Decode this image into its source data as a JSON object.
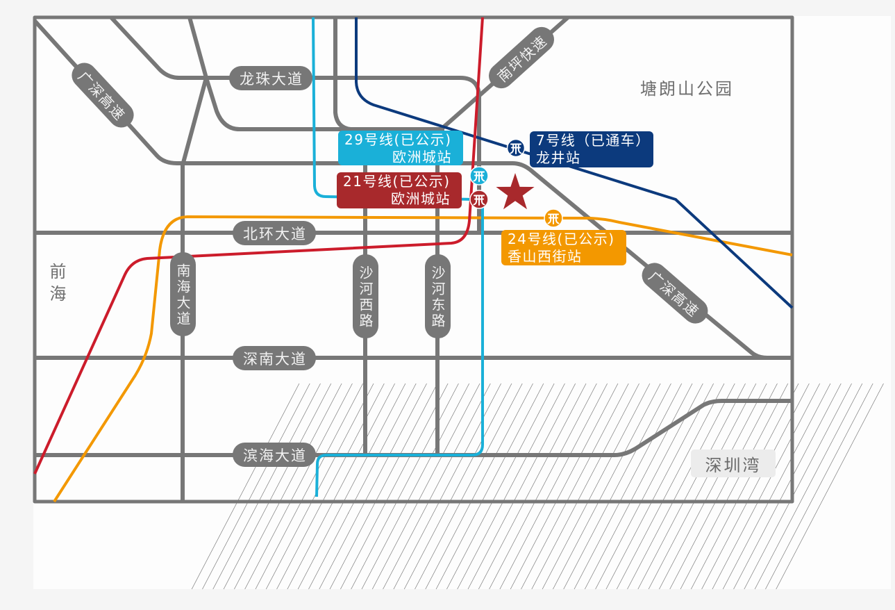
{
  "map": {
    "roads": {
      "longzhu": "龙珠大道",
      "beihuan": "北环大道",
      "shennan": "深南大道",
      "binhai": "滨海大道",
      "nanhai": "南海大道",
      "shahe_west": "沙河西路",
      "shahe_east": "沙河东路",
      "guangshen_northwest": "广深高速",
      "guangshen_southeast": "广深高速",
      "nanping": "南坪快速"
    },
    "places": {
      "tanglangshan_park": "塘朗山公园",
      "qianhai": "前海",
      "shenzhen_bay": "深圳湾"
    },
    "metro_stations": [
      {
        "line": "29号线(已公示)",
        "station": "欧洲城站",
        "status": "已公示",
        "icon": "metro-logo-icon"
      },
      {
        "line": "21号线(已公示)",
        "station": "欧洲城站",
        "status": "已公示",
        "icon": "metro-logo-icon"
      },
      {
        "line": "7号线（已通车）",
        "station": "龙井站",
        "status": "已通车",
        "icon": "metro-logo-icon"
      },
      {
        "line": "24号线(已公示)",
        "station": "香山西街站",
        "status": "已公示",
        "icon": "metro-logo-icon"
      }
    ],
    "marker": {
      "icon": "star-icon"
    }
  },
  "colors": {
    "road": "#777777",
    "line_29": "#1ab0d8",
    "line_21": "#cc1c2b",
    "line_21_label": "#a8292c",
    "line_7": "#0c3a7d",
    "line_24": "#f39800",
    "marker": "#a8292c",
    "hatch": "#5a5a5a"
  }
}
